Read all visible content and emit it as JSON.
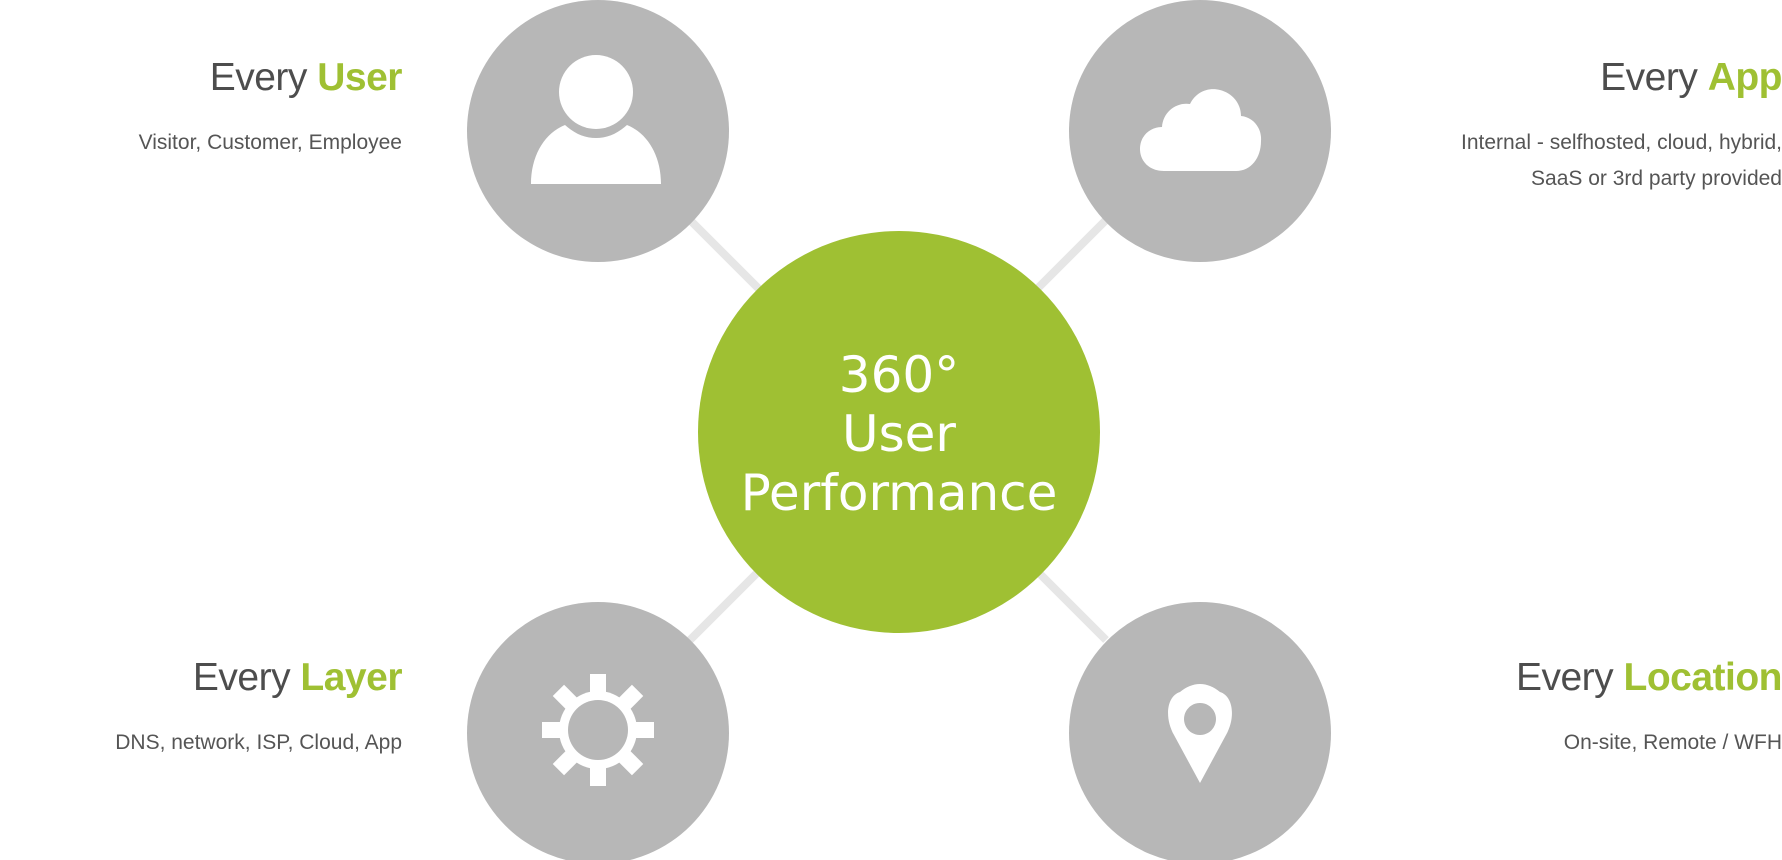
{
  "center": {
    "line1": "360°",
    "line2": "User",
    "line3": "Performance"
  },
  "colors": {
    "accent": "#9fc033",
    "node": "#b7b7b7",
    "connector": "#e6e6e6",
    "text": "#4d4d4d"
  },
  "items": [
    {
      "id": "user",
      "icon": "user-icon",
      "prefix": "Every ",
      "keyword": "User",
      "description": [
        "Visitor, Customer, Employee"
      ]
    },
    {
      "id": "app",
      "icon": "cloud-icon",
      "prefix": "Every ",
      "keyword": "App",
      "description": [
        "Internal - selfhosted, cloud, hybrid,",
        "SaaS or 3rd party provided"
      ]
    },
    {
      "id": "layer",
      "icon": "gear-icon",
      "prefix": "Every ",
      "keyword": "Layer",
      "description": [
        "DNS, network, ISP, Cloud, App"
      ]
    },
    {
      "id": "location",
      "icon": "location-pin-icon",
      "prefix": "Every ",
      "keyword": "Location",
      "description": [
        "On-site,  Remote / WFH"
      ]
    }
  ]
}
